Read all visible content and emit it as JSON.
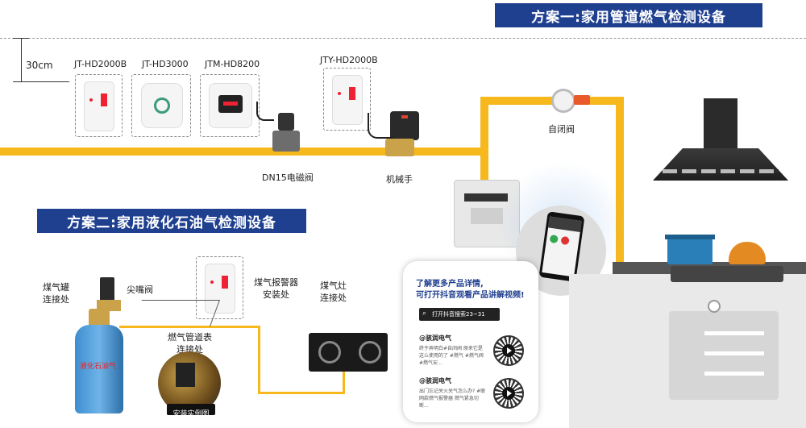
{
  "plan1": {
    "title": "方案一:家用管道燃气检测设备",
    "height_label": "30cm",
    "detectors": [
      "JT-HD2000B",
      "JT-HD3000",
      "JTM-HD8200",
      "JTY-HD2000B"
    ],
    "solenoid_label": "DN15电磁阀",
    "manipulator_label": "机械手",
    "auto_valve_label": "自闭阀"
  },
  "plan2": {
    "title": "方案二:家用液化石油气检测设备",
    "tank_connection": "煤气罐\n连接处",
    "tip_valve": "尖嘴阀",
    "alarm_install": "煤气报警器\n安装处",
    "stove_connection": "煤气灶\n连接处",
    "meter_connection": "燃气管道表\n连接处",
    "tank_text": "液化石油气",
    "example_caption": "安装实例图"
  },
  "promo": {
    "headline": "了解更多产品详情,\n可打开抖音观看产品讲解视频!",
    "search_text": "打开抖音搜索23~31",
    "account1": "@骇润电气",
    "desc1": "终于弄明白#自闭阀 原来它是这么使用的了 #燃气 #燃气阀 #燃气安...",
    "account2": "@骇润电气",
    "desc2": "出门忘记关火关气怎么办? #联网款燃气报警器 燃气紧急切断..."
  },
  "colors": {
    "banner": "#1f3f8f",
    "pipe": "#f6b81c"
  }
}
